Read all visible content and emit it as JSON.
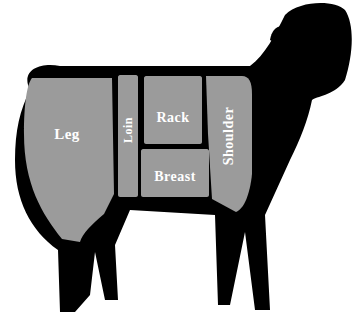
{
  "diagram": {
    "nodes": [
      {
        "text": [
          "Leg"
        ]
      },
      {
        "text": [
          "Loin"
        ]
      },
      {
        "text": [
          "Rack"
        ]
      },
      {
        "text": [
          "Breast"
        ]
      },
      {
        "text": [
          "Shoulder"
        ]
      }
    ]
  }
}
